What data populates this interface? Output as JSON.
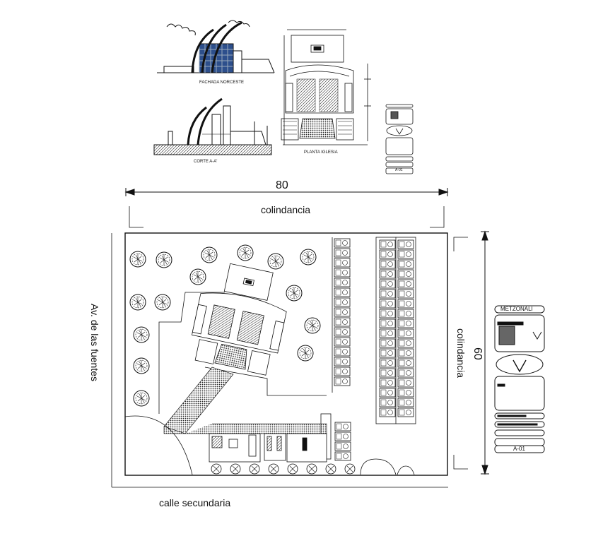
{
  "elevation": {
    "title": "FACHADA NORCESTE"
  },
  "section": {
    "title": "CORTE A-A'"
  },
  "floor_plan": {
    "title": "PLANTA IGLESIA"
  },
  "site": {
    "top_dimension": "80",
    "top_boundary": "colindancia",
    "right_dimension": "60",
    "right_boundary": "colindancia",
    "left_street": "Av. de las fuentes",
    "bottom_street": "calle secundaria"
  },
  "title_block": {
    "company": "METZONALI",
    "sheet": "A-01"
  },
  "small_title_block": {
    "sheet": "A-01"
  }
}
